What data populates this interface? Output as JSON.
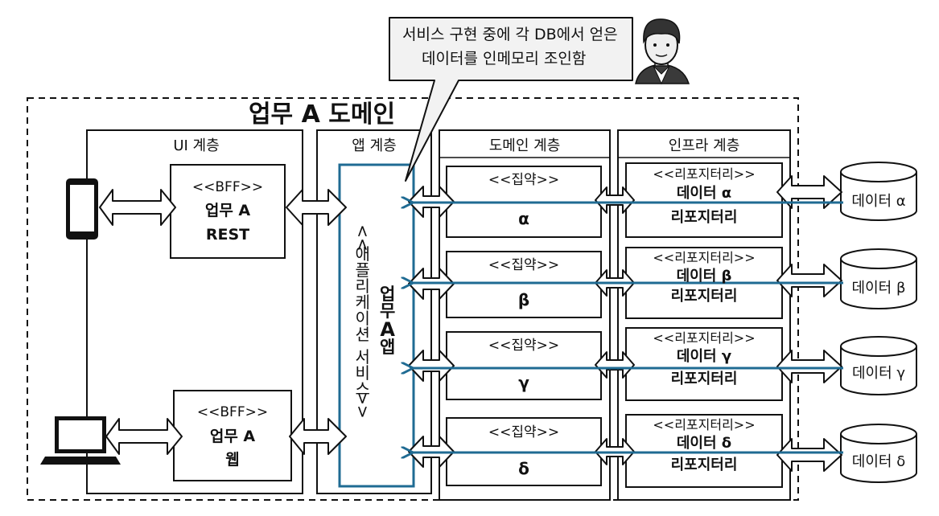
{
  "domain_title": "업무 A 도메인",
  "speech": {
    "line1": "서비스 구현 중에 각 DB에서 얻은",
    "line2": "데이터를 인메모리 조인함"
  },
  "layers": {
    "ui": "UI 계층",
    "app": "앱 계층",
    "domain": "도메인 계층",
    "infra": "인프라 계층"
  },
  "bff_rest": {
    "stereotype": "<<BFF>>",
    "line1": "업무 A",
    "line2": "REST"
  },
  "bff_web": {
    "stereotype": "<<BFF>>",
    "line1": "업무 A",
    "line2": "웹"
  },
  "app_service": {
    "stereotype_chars": [
      "<<",
      "애",
      "플",
      "리",
      "케",
      "이",
      "션",
      " ",
      "서",
      "비",
      "스",
      ">>"
    ],
    "name_chars": [
      "업",
      "무",
      "A",
      "앱"
    ]
  },
  "aggregates": [
    {
      "stereotype": "<<집약>>",
      "name": "α"
    },
    {
      "stereotype": "<<집약>>",
      "name": "β"
    },
    {
      "stereotype": "<<집약>>",
      "name": "γ"
    },
    {
      "stereotype": "<<집약>>",
      "name": "δ"
    }
  ],
  "repositories": [
    {
      "stereotype": "<<리포지터리>>",
      "line1": "데이터 α",
      "line2": "리포지터리"
    },
    {
      "stereotype": "<<리포지터리>>",
      "line1": "데이터 β",
      "line2": "리포지터리"
    },
    {
      "stereotype": "<<리포지터리>>",
      "line1": "데이터 γ",
      "line2": "리포지터리"
    },
    {
      "stereotype": "<<리포지터리>>",
      "line1": "데이터 δ",
      "line2": "리포지터리"
    }
  ],
  "databases": [
    "데이터 α",
    "데이터 β",
    "데이터 γ",
    "데이터 δ"
  ],
  "colors": {
    "accent": "#1f6b93",
    "line": "#111111"
  }
}
